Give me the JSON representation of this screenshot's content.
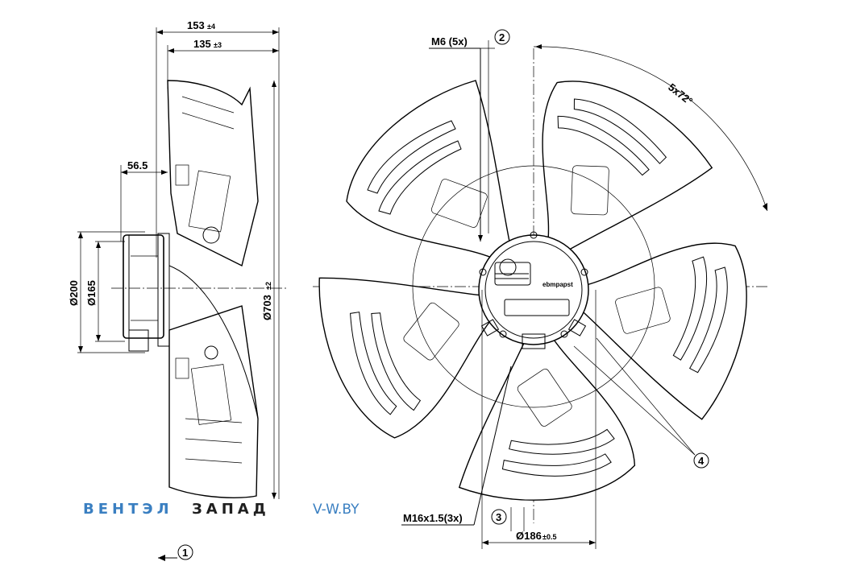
{
  "side_view": {
    "dim_153": "153",
    "dim_153_tol": "±4",
    "dim_135": "135",
    "dim_135_tol": "±3",
    "dim_56_5": "56.5",
    "dim_d200": "Ø200",
    "dim_d165": "Ø165",
    "dim_d703": "Ø703",
    "dim_d703_tol": "±2",
    "callout_1": "1"
  },
  "front_view": {
    "label_m6": "M6 (5x)",
    "callout_2": "2",
    "label_angle": "5x72°",
    "callout_4": "4",
    "label_m16": "M16x1.5(3x)",
    "callout_3": "3",
    "dim_d186": "Ø186",
    "dim_d186_tol": "±0.5",
    "hub_brand": "ebmpapst"
  },
  "watermark": {
    "part_a": "ВЕНТЭЛ",
    "part_b": "ЗАПАД",
    "part_c": "V-W.BY"
  }
}
